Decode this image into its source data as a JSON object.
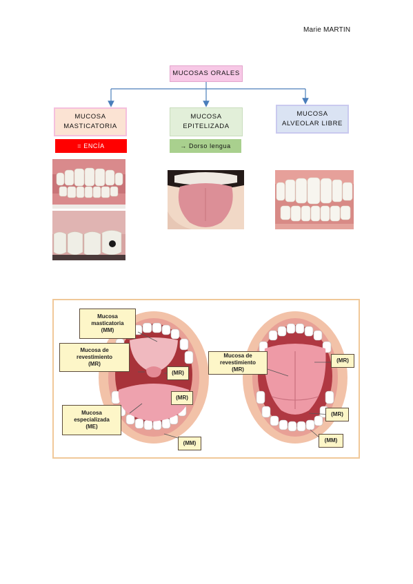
{
  "header": {
    "author": "Marie MARTIN"
  },
  "chart": {
    "root": "MUCOSAS ORALES",
    "branches": [
      {
        "title": "MUCOSA\nMASTICATORIA",
        "note": "= ENCÍA"
      },
      {
        "title": "MUCOSA\nEPITELIZADA",
        "note": "→ Dorso lengua"
      },
      {
        "title": "MUCOSA\nALVEOLAR LIBRE"
      }
    ]
  },
  "diagram": {
    "left_labels": {
      "masticatoria": "Mucosa\nmasticatoria\n(MM)",
      "revestimiento": "Mucosa de\nrevestimiento\n(MR)",
      "especializada": "Mucosa\nespecializada\n(ME)",
      "mr1": "(MR)",
      "mr2": "(MR)",
      "mm": "(MM)"
    },
    "right_labels": {
      "revestimiento": "Mucosa de\nrevestimiento\n(MR)",
      "mr1": "(MR)",
      "mr2": "(MR)",
      "mm": "(MM)"
    }
  },
  "colors": {
    "root": "#f7c8e6",
    "masticatoria": "#fbe3d3",
    "epitelizada": "#e2efd9",
    "alveolar": "#dae3f3",
    "encia": "#ff0000",
    "dorso": "#a9d08e",
    "arrow": "#4a7ebb",
    "frame": "#f0c898"
  }
}
